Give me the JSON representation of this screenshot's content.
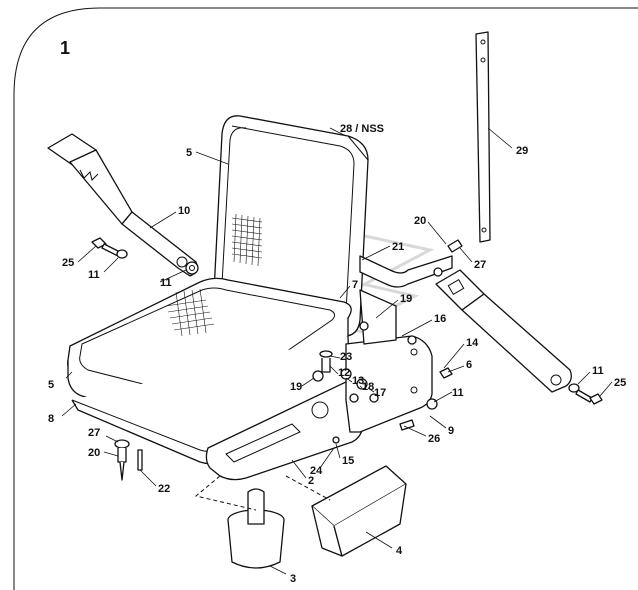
{
  "diagram": {
    "figure_number": "1",
    "callouts": [
      {
        "id": "c1",
        "text": "28 / NSS"
      },
      {
        "id": "c2",
        "text": "29"
      },
      {
        "id": "c3",
        "text": "5"
      },
      {
        "id": "c4",
        "text": "10"
      },
      {
        "id": "c5",
        "text": "25"
      },
      {
        "id": "c6",
        "text": "11"
      },
      {
        "id": "c7",
        "text": "11"
      },
      {
        "id": "c8",
        "text": "20"
      },
      {
        "id": "c9",
        "text": "27"
      },
      {
        "id": "c10",
        "text": "21"
      },
      {
        "id": "c11",
        "text": "7"
      },
      {
        "id": "c12",
        "text": "19"
      },
      {
        "id": "c13",
        "text": "16"
      },
      {
        "id": "c14",
        "text": "14"
      },
      {
        "id": "c15",
        "text": "6"
      },
      {
        "id": "c16",
        "text": "23"
      },
      {
        "id": "c17",
        "text": "12"
      },
      {
        "id": "c18",
        "text": "13"
      },
      {
        "id": "c19",
        "text": "18"
      },
      {
        "id": "c20",
        "text": "17"
      },
      {
        "id": "c21",
        "text": "19"
      },
      {
        "id": "c22",
        "text": "11"
      },
      {
        "id": "c23",
        "text": "5"
      },
      {
        "id": "c24",
        "text": "8"
      },
      {
        "id": "c25",
        "text": "26"
      },
      {
        "id": "c26",
        "text": "9"
      },
      {
        "id": "c27",
        "text": "11"
      },
      {
        "id": "c28",
        "text": "25"
      },
      {
        "id": "c29",
        "text": "27"
      },
      {
        "id": "c30",
        "text": "20"
      },
      {
        "id": "c31",
        "text": "22"
      },
      {
        "id": "c32",
        "text": "15"
      },
      {
        "id": "c33",
        "text": "24"
      },
      {
        "id": "c34",
        "text": "2"
      },
      {
        "id": "c35",
        "text": "3"
      },
      {
        "id": "c36",
        "text": "4"
      }
    ]
  }
}
